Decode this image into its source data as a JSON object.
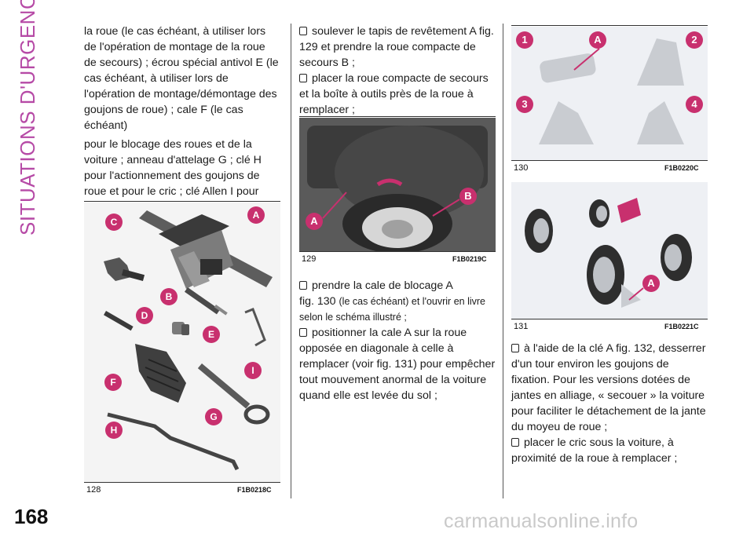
{
  "section_title": "SITUATIONS D'URGENCE",
  "page_number": "168",
  "watermark": "carmanualsonline.info",
  "column1": {
    "para1": "la roue (le cas échéant, à utiliser lors de l'opération de montage de la roue de secours) ; écrou spécial antivol E (le cas échéant, à utiliser lors de l'opération de montage/démontage des goujons de roue) ; cale F (le cas échéant)",
    "para2": "pour le blocage des roues et de la voiture ; anneau d'attelage G ; clé H pour l'actionnement des goujons de roue et pour le cric ; clé Allen I pour l'actionnement d'urgence du toit ouvrant (le cas échéant) ;"
  },
  "column2": {
    "step1": "soulever le tapis de revêtement A fig. 129 et prendre la roue compacte de secours B ;",
    "step2": "placer la roue compacte de secours et la boîte à outils près de la roue à remplacer ;",
    "step3_a": "prendre la cale de blocage A",
    "step3_b": "fig. 130",
    "step3_c": "(le cas échéant) et l'ouvrir en livre selon le schéma illustré ;",
    "step4": "positionner la cale A sur la roue opposée en diagonale à celle à remplacer (voir fig. 131) pour empêcher tout mouvement anormal de la voiture quand elle est levée du sol ;"
  },
  "column3": {
    "step1": "à l'aide de la clé A fig. 132, desserrer d'un tour environ les goujons de fixation. Pour les versions dotées de jantes en alliage, « secouer » la voiture pour faciliter le détachement de la jante du moyeu de roue ;",
    "step2": "placer le cric sous la voiture, à proximité de la roue à remplacer ;"
  },
  "figures": {
    "fig128": {
      "number": "128",
      "code": "F1B0218C",
      "labels": [
        "A",
        "B",
        "C",
        "D",
        "E",
        "F",
        "G",
        "H",
        "I"
      ]
    },
    "fig129": {
      "number": "129",
      "code": "F1B0219C",
      "labels": [
        "A",
        "B"
      ]
    },
    "fig130": {
      "number": "130",
      "code": "F1B0220C",
      "labels": [
        "1",
        "A",
        "2",
        "3",
        "4"
      ]
    },
    "fig131": {
      "number": "131",
      "code": "F1B0221C",
      "labels": [
        "A"
      ]
    }
  },
  "colors": {
    "accent": "#b64aa6",
    "callout": "#c8306e",
    "text": "#1b1b1b"
  },
  "icons": {
    "bullet": "checkbox-bullet-icon"
  }
}
